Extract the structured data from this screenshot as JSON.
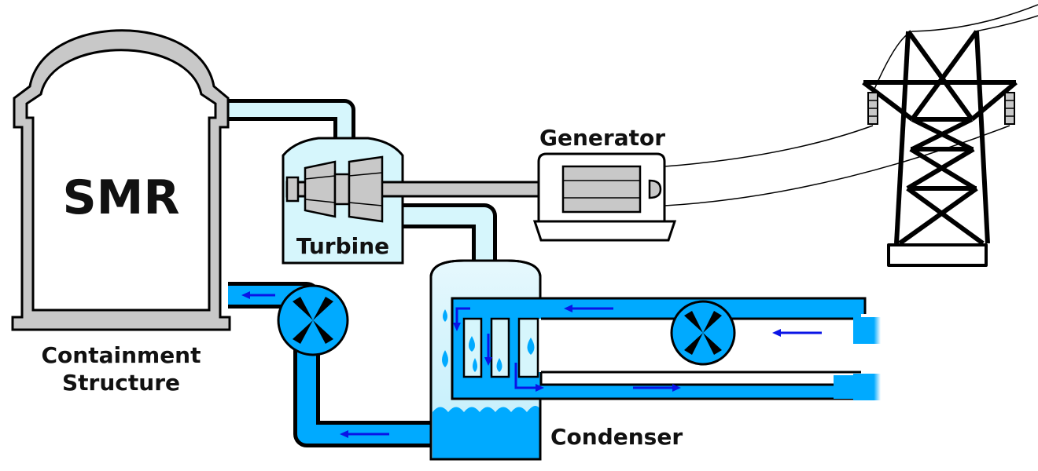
{
  "labels": {
    "smr": "SMR",
    "containment_line1": "Containment",
    "containment_line2": "Structure",
    "turbine": "Turbine",
    "generator": "Generator",
    "condenser": "Condenser"
  },
  "colors": {
    "steam": "#d6f6fc",
    "water": "#00aaff",
    "arrow": "#0a14e6",
    "metal": "#c8c8c8",
    "outline": "#000000"
  },
  "icons": [
    "pump-fan-icon",
    "transmission-tower-icon",
    "water-drop-icon"
  ]
}
